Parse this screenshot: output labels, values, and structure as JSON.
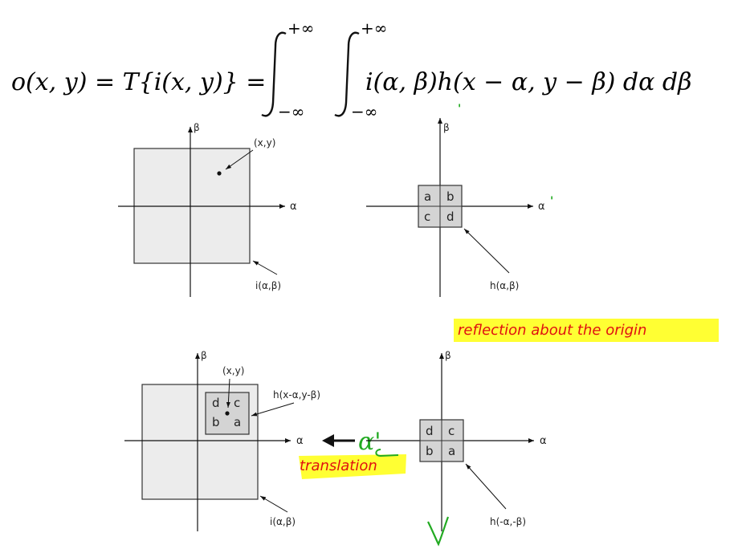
{
  "equation": {
    "lhs": "o(x, y) = T{i(x, y)} = ",
    "upper": "+∞",
    "lower": "−∞",
    "integrand": "i(α, β)h(x − α, y − β) dα dβ"
  },
  "panel_tl": {
    "axis_y": "β",
    "axis_x": "α",
    "point_label": "(x,y)",
    "func_label": "i(α,β)"
  },
  "panel_tr": {
    "axis_y": "β",
    "axis_x": "α",
    "prime_y": "'",
    "prime_x": "'",
    "cells": [
      "a",
      "b",
      "c",
      "d"
    ],
    "func_label": "h(α,β)"
  },
  "panel_bl": {
    "axis_y": "β",
    "axis_x": "α",
    "point_label": "(x,y)",
    "kernel_label": "h(x-α,y-β)",
    "cells": [
      "d",
      "c",
      "b",
      "a"
    ],
    "func_label": "i(α,β)"
  },
  "panel_br": {
    "axis_y": "β",
    "axis_x": "α",
    "cells": [
      "d",
      "c",
      "b",
      "a"
    ],
    "func_label": "h(-α,-β)"
  },
  "annotations": {
    "reflection": "reflection about the origin",
    "translation": "translation",
    "handwritten_alpha": "α'",
    "highlight_color": "#ffff33",
    "note_color": "#e01010",
    "ink_color": "#22aa22"
  }
}
